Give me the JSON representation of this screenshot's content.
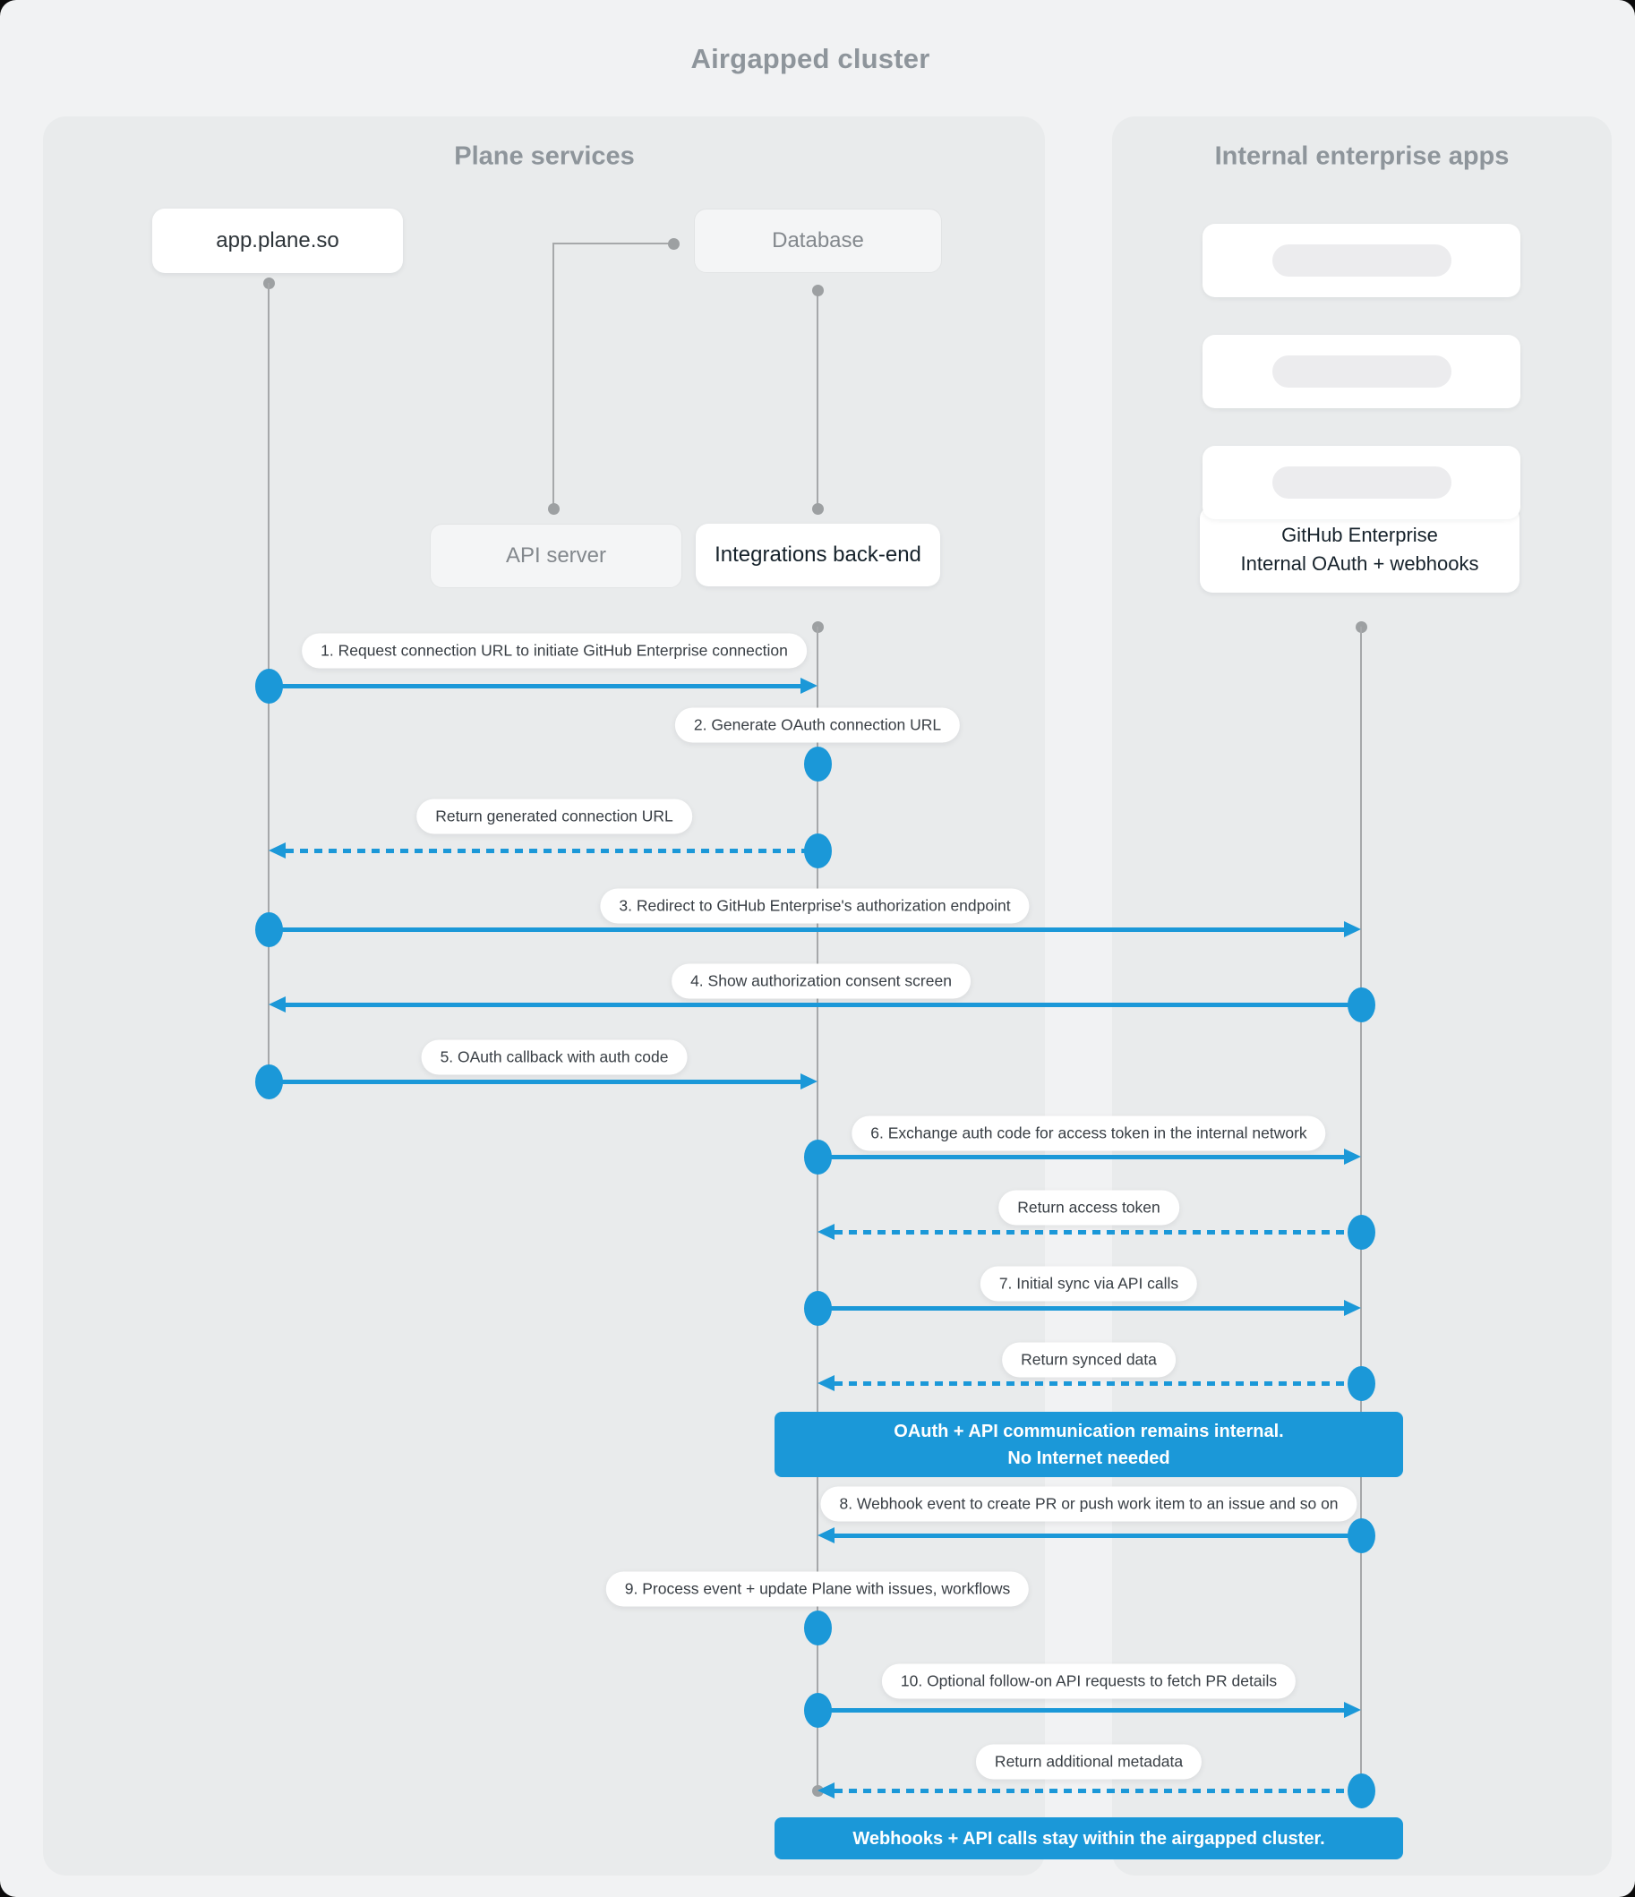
{
  "title": "Airgapped cluster",
  "colors": {
    "accent_blue": "#1b98d8",
    "lifeline_gray": "#a6a8aa",
    "panel_bg": "#e9ebec",
    "page_bg": "#f1f2f3",
    "banner_text": "#ffffff"
  },
  "panels": {
    "plane": {
      "title": "Plane services"
    },
    "internal": {
      "title": "Internal enterprise apps",
      "placeholder_card_count": 3
    }
  },
  "actors": {
    "app_plane": {
      "label": "app.plane.so"
    },
    "database": {
      "label": "Database"
    },
    "api_server": {
      "label": "API server"
    },
    "integrations": {
      "label": "Integrations back-end"
    },
    "github": {
      "line1": "GitHub Enterprise",
      "line2": "Internal OAuth + webhooks"
    }
  },
  "messages": [
    {
      "label": "1. Request connection URL to initiate GitHub Enterprise connection",
      "type": "solid",
      "from": "app.plane.so",
      "to": "Integrations back-end"
    },
    {
      "label": "2. Generate OAuth connection URL",
      "type": "self",
      "from": "Integrations back-end",
      "to": "Integrations back-end"
    },
    {
      "label": "Return generated connection URL",
      "type": "dashed",
      "from": "Integrations back-end",
      "to": "app.plane.so"
    },
    {
      "label": "3. Redirect to GitHub Enterprise's authorization endpoint",
      "type": "solid",
      "from": "app.plane.so",
      "to": "GitHub Enterprise"
    },
    {
      "label": "4. Show authorization consent screen",
      "type": "solid",
      "from": "GitHub Enterprise",
      "to": "app.plane.so"
    },
    {
      "label": "5. OAuth callback with auth code",
      "type": "solid",
      "from": "app.plane.so",
      "to": "Integrations back-end"
    },
    {
      "label": "6. Exchange auth code for access token in the internal network",
      "type": "solid",
      "from": "Integrations back-end",
      "to": "GitHub Enterprise"
    },
    {
      "label": "Return access token",
      "type": "dashed",
      "from": "GitHub Enterprise",
      "to": "Integrations back-end"
    },
    {
      "label": "7. Initial sync via API calls",
      "type": "solid",
      "from": "Integrations back-end",
      "to": "GitHub Enterprise"
    },
    {
      "label": "Return synced data",
      "type": "dashed",
      "from": "GitHub Enterprise",
      "to": "Integrations back-end"
    },
    {
      "label": "8. Webhook event to create PR  or push work item to an issue  and so on",
      "type": "solid",
      "from": "GitHub Enterprise",
      "to": "Integrations back-end"
    },
    {
      "label": "9. Process event + update Plane with issues, workflows",
      "type": "self",
      "from": "Integrations back-end",
      "to": "Integrations back-end"
    },
    {
      "label": "10. Optional follow-on API requests to fetch PR details",
      "type": "solid",
      "from": "Integrations back-end",
      "to": "GitHub Enterprise"
    },
    {
      "label": "Return additional metadata",
      "type": "dashed",
      "from": "GitHub Enterprise",
      "to": "Integrations back-end"
    }
  ],
  "banners": [
    {
      "line1": "OAuth + API communication remains internal.",
      "line2": "No Internet needed"
    },
    {
      "line1": "Webhooks + API calls stay within the airgapped cluster."
    }
  ]
}
